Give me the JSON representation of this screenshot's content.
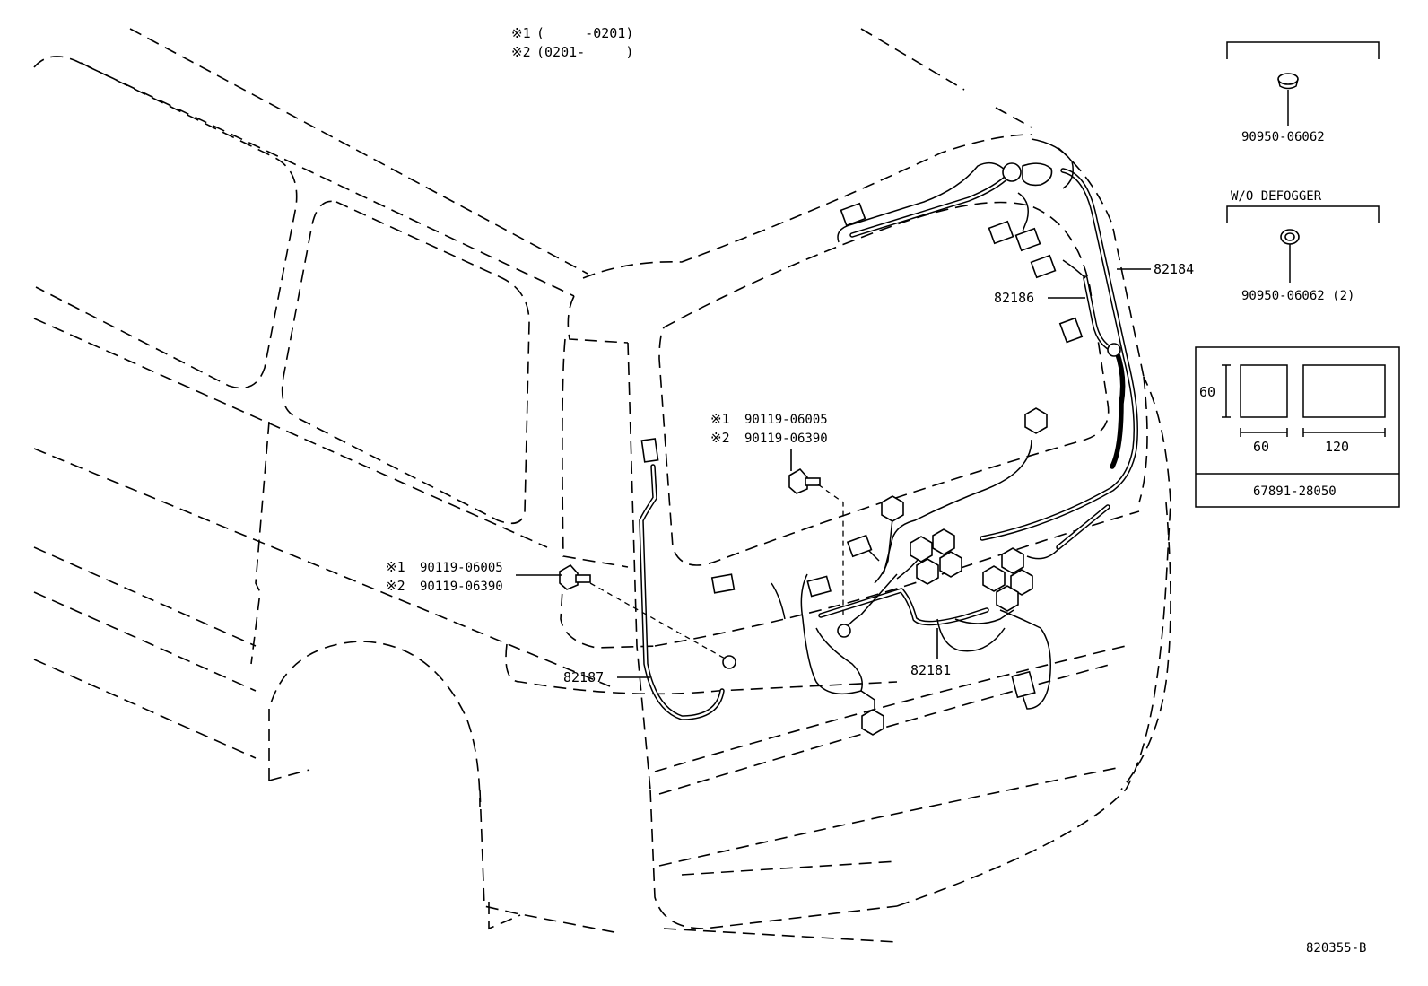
{
  "notes": {
    "note1_mark": "※1",
    "note1_text": "(     -0201)",
    "note2_mark": "※2",
    "note2_text": "(0201-     )"
  },
  "parts": {
    "harness_back_door_main": "82181",
    "harness_roof_side": "82184",
    "harness_back_door_upper": "82186",
    "harness_back_door_left": "82187",
    "bolt_upper": {
      "v1_mark": "※1",
      "v1_part": "90119-06005",
      "v2_mark": "※2",
      "v2_part": "90119-06390"
    },
    "bolt_left": {
      "v1_mark": "※1",
      "v1_part": "90119-06005",
      "v2_mark": "※2",
      "v2_part": "90119-06390"
    }
  },
  "insets": {
    "plug_single": {
      "part": "90950-06062"
    },
    "plug_wo_defogger": {
      "title": "W/O DEFOGGER",
      "part": "90950-06062 (2)"
    },
    "label_sheet": {
      "height_label": "60",
      "width_small": "60",
      "width_large": "120",
      "part": "67891-28050"
    }
  },
  "figure_id": "820355-B"
}
